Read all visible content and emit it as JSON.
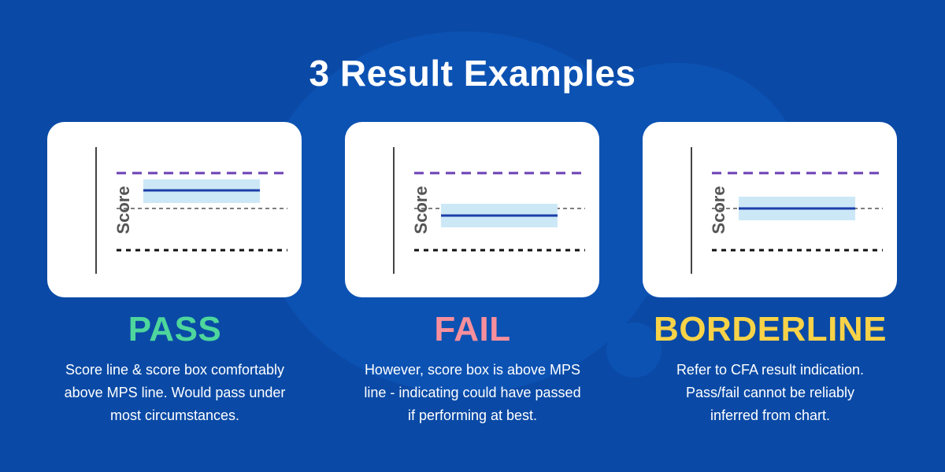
{
  "title": "3 Result Examples",
  "colors": {
    "background": "#0a4aa6",
    "pass": "#4ed69c",
    "fail": "#f78f9c",
    "borderline": "#f8d348",
    "mps_line": "#6b3fb5",
    "score_line": "#1c3fa8",
    "score_box": "#cce8f7"
  },
  "examples": [
    {
      "axis_label": "Score",
      "result_label": "PASS",
      "description": "Score line & score box comfortably\nabove MPS line. Would pass under\nmost circumstances."
    },
    {
      "axis_label": "Score",
      "result_label": "FAIL",
      "description": "However, score box  is above MPS\nline - indicating could have passed\nif performing at best."
    },
    {
      "axis_label": "Score",
      "result_label": "BORDERLINE",
      "description": "Refer to CFA result indication.\nPass/fail cannot be reliably\ninferred from chart."
    }
  ]
}
